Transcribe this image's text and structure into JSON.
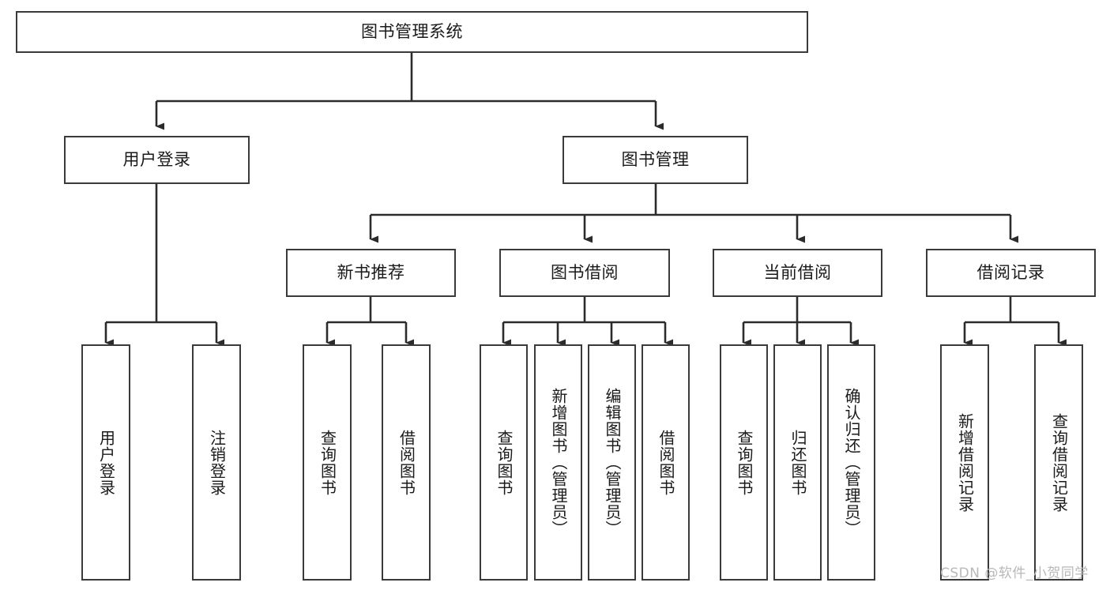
{
  "diagram": {
    "title": "图书管理系统",
    "type": "tree-hierarchy",
    "watermark": "CSDN @软件_小贺同学",
    "colors": {
      "box_border": "#3a3a3a",
      "box_fill": "#ffffff",
      "connector": "#2b2b2b",
      "text": "#1a1a1a",
      "watermark": "#b8b8b8"
    },
    "root": {
      "label": "图书管理系统"
    },
    "level2": [
      {
        "label": "用户登录"
      },
      {
        "label": "图书管理"
      }
    ],
    "level3": [
      {
        "label": "新书推荐"
      },
      {
        "label": "图书借阅"
      },
      {
        "label": "当前借阅"
      },
      {
        "label": "借阅记录"
      }
    ],
    "leaves": {
      "user_login": [
        {
          "label": "用户登录"
        },
        {
          "label": "注销登录"
        }
      ],
      "new_book_recommend": [
        {
          "label": "查询图书"
        },
        {
          "label": "借阅图书"
        }
      ],
      "book_borrow": [
        {
          "label": "查询图书"
        },
        {
          "label": "新增图书（管理员）"
        },
        {
          "label": "编辑图书（管理员）"
        },
        {
          "label": "借阅图书"
        }
      ],
      "current_borrow": [
        {
          "label": "查询图书"
        },
        {
          "label": "归还图书"
        },
        {
          "label": "确认归还（管理员）"
        }
      ],
      "borrow_record": [
        {
          "label": "新增借阅记录"
        },
        {
          "label": "查询借阅记录"
        }
      ]
    }
  }
}
